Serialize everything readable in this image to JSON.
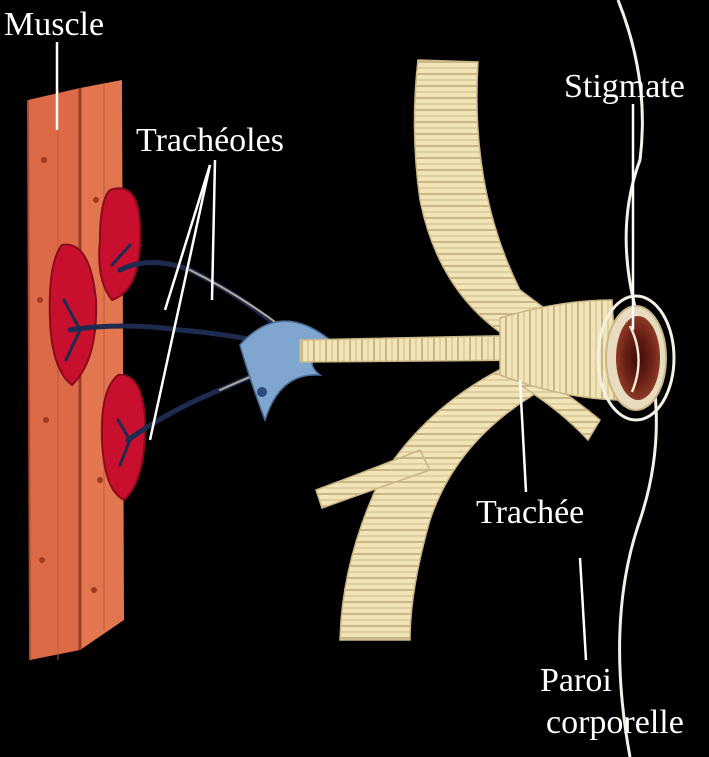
{
  "labels": {
    "muscle": "Muscle",
    "tracheoles": "Trachéoles",
    "stigmate": "Stigmate",
    "trachee": "Trachée",
    "paroi_line1": "Paroi",
    "paroi_line2": "corporelle"
  },
  "colors": {
    "background": "#000000",
    "muscle": "#dc6a47",
    "muscle_fiber_edge": "#9e3a22",
    "muscle_cell": "#c8102e",
    "trachea": "#f1e4b6",
    "trachea_ring": "#cbb685",
    "tracheole": "#1e2a50",
    "tracheole_cell": "#7fa6cf",
    "stigmate": "#5c1a14",
    "body_wall": "#f4f0e6",
    "label_text": "#ffffff"
  }
}
